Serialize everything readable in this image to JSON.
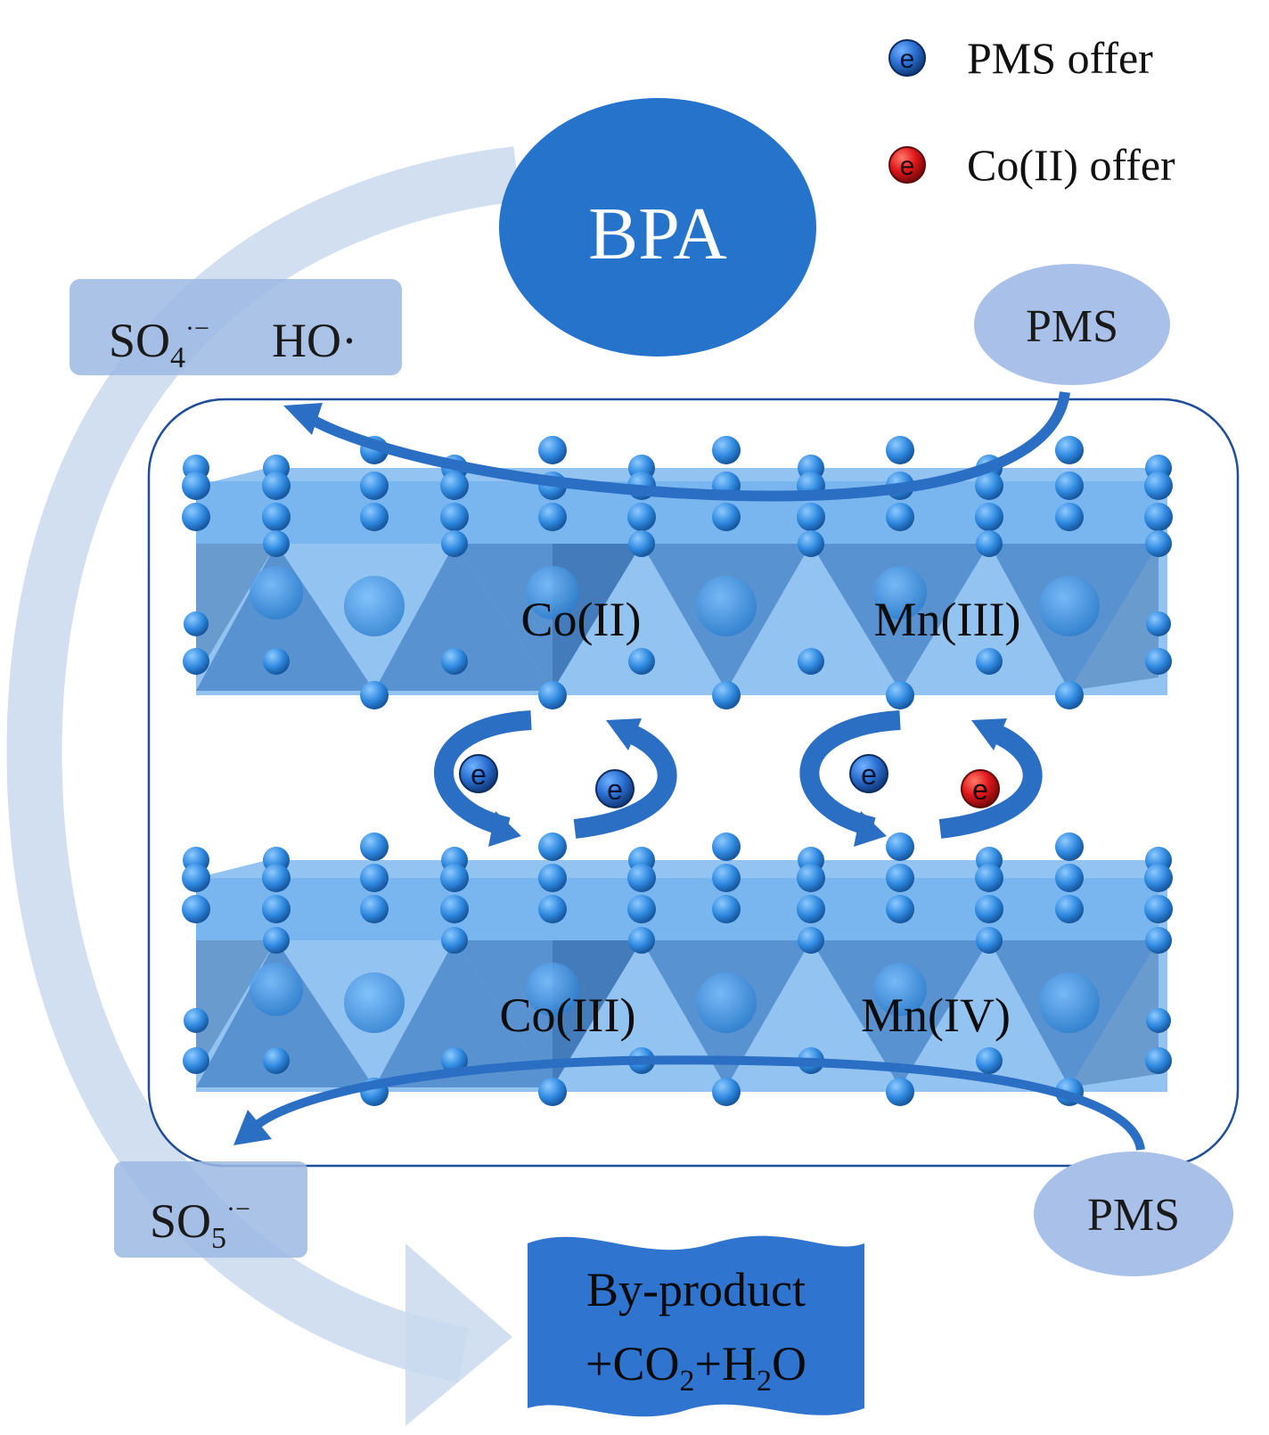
{
  "legend": {
    "pms": {
      "label": "PMS offer",
      "color": "#1f4f9a"
    },
    "co": {
      "label": "Co(II) offer",
      "color": "#e0161b"
    }
  },
  "electron_symbol": "e",
  "bpa": {
    "label": "BPA",
    "color": "#2673cc"
  },
  "pms_top": {
    "label": "PMS"
  },
  "pms_bottom": {
    "label": "PMS"
  },
  "radicals": {
    "so4_main": "SO",
    "so4_sub": "4",
    "so4_sup": "·−",
    "ho": "HO·"
  },
  "so5": {
    "main": "SO",
    "sub": "5",
    "sup": "·−"
  },
  "byproduct": {
    "line1": "By-product",
    "l2_a": "+CO",
    "l2_sub1": "2",
    "l2_b": "+H",
    "l2_sub2": "2",
    "l2_c": "O",
    "color": "#2f74cf"
  },
  "layers": {
    "top": {
      "left_label": "Co(II)",
      "right_label": "Mn(III)"
    },
    "bottom": {
      "left_label": "Co(III)",
      "right_label": "Mn(IV)"
    }
  },
  "colors": {
    "crystal": "#3a93e6",
    "frame": "#1f4f9a",
    "pale_arrow": "#c3d5ee",
    "pale_box": "#9cb8e3",
    "arrow": "#2a6fc4"
  }
}
